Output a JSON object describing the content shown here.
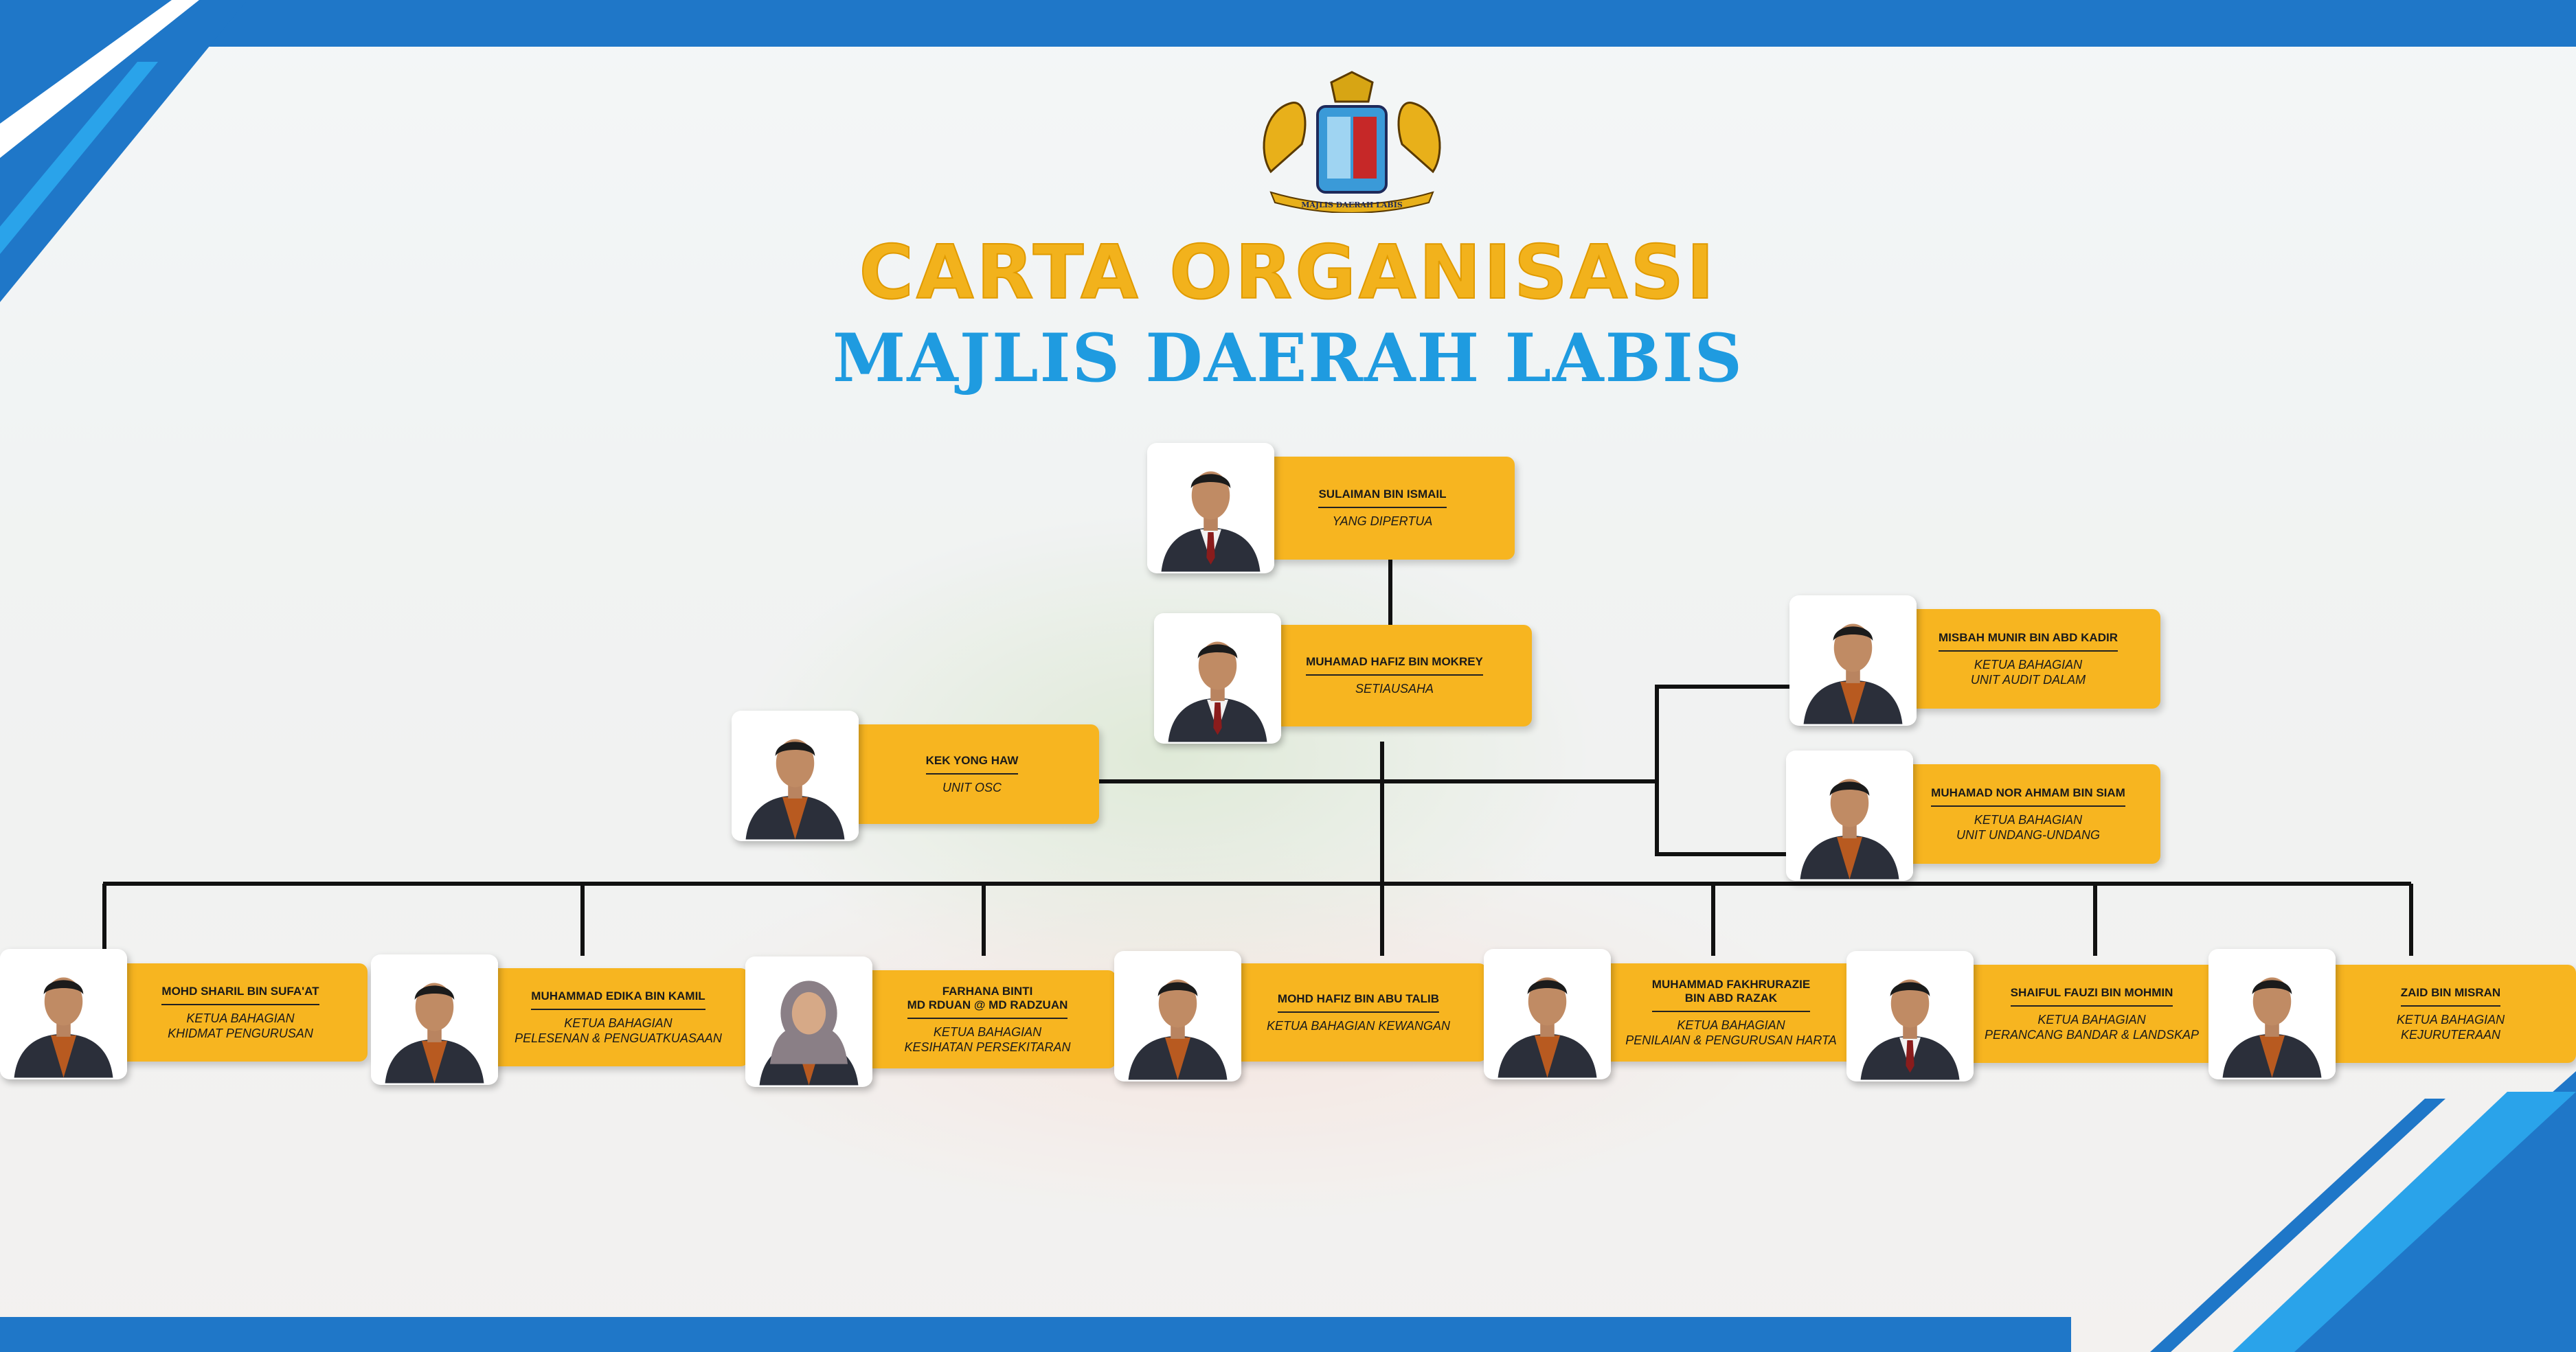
{
  "title": "CARTA ORGANISASI",
  "subtitle": "MAJLIS DAERAH LABIS",
  "colors": {
    "accent_blue": "#1f77c8",
    "title_gold": "#f2b21c",
    "subtitle_blue": "#1f9be0",
    "card": "#f7b520",
    "suit": "#2b2f3a",
    "shirt": "#b85a20"
  },
  "logo_text": "MAJLIS DAERAH LABIS",
  "people": [
    {
      "name": "SULAIMAN BIN ISMAIL",
      "role": "YANG DIPERTUA"
    },
    {
      "name": "MUHAMAD HAFIZ BIN MOKREY",
      "role": "SETIAUSAHA"
    },
    {
      "name": "KEK YONG HAW",
      "role": "UNIT OSC"
    },
    {
      "name": "MISBAH MUNIR BIN ABD KADIR",
      "role": "KETUA BAHAGIAN\nUNIT AUDIT DALAM"
    },
    {
      "name": "MUHAMAD NOR AHMAM BIN SIAM",
      "role": "KETUA BAHAGIAN\nUNIT UNDANG-UNDANG"
    },
    {
      "name": "MOHD SHARIL BIN SUFA'AT",
      "role": "KETUA BAHAGIAN\nKHIDMAT PENGURUSAN"
    },
    {
      "name": "MUHAMMAD EDIKA BIN KAMIL",
      "role": "KETUA BAHAGIAN\nPELESENAN & PENGUATKUASAAN"
    },
    {
      "name": "FARHANA BINTI\nMD RDUAN @ MD RADZUAN",
      "role": "KETUA BAHAGIAN\nKESIHATAN  PERSEKITARAN"
    },
    {
      "name": "MOHD HAFIZ BIN ABU TALIB",
      "role": "KETUA BAHAGIAN KEWANGAN"
    },
    {
      "name": "MUHAMMAD FAKHRURAZIE\nBIN ABD RAZAK",
      "role": "KETUA BAHAGIAN\nPENILAIAN & PENGURUSAN HARTA"
    },
    {
      "name": "SHAIFUL FAUZI BIN MOHMIN",
      "role": "KETUA BAHAGIAN\nPERANCANG  BANDAR & LANDSKAP"
    },
    {
      "name": "ZAID BIN MISRAN",
      "role": "KETUA BAHAGIAN\nKEJURUTERAAN"
    }
  ]
}
